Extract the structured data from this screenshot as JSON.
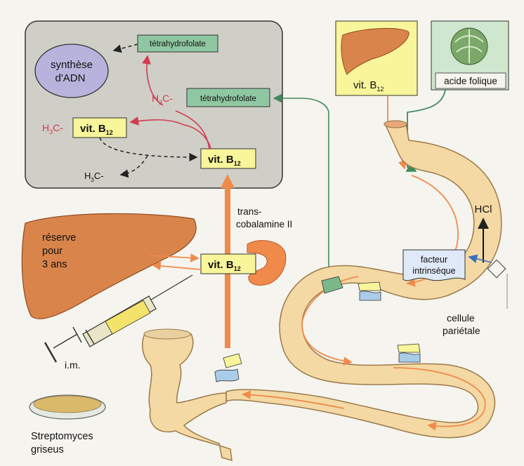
{
  "cell": {
    "dna_synthesis": [
      "synthèse",
      "d'ADN"
    ],
    "thf_top": "tétrahydrofolate",
    "methyl_group": "H",
    "methyl_sub": "3",
    "methyl_suffix": "C-",
    "thf_methyl": "tétrahydrofolate",
    "vit_b12": "vit. B",
    "vit_b12_sub": "12"
  },
  "sources": {
    "liver_b12": "vit. B",
    "liver_b12_sub": "12",
    "folic_acid": "acide folique"
  },
  "liver": {
    "reserve": [
      "réserve",
      "pour",
      "3 ans"
    ]
  },
  "transport": {
    "transcobalamin": [
      "trans-",
      "cobalamine II"
    ],
    "vit_b12": "vit. B",
    "vit_b12_sub": "12"
  },
  "stomach": {
    "hcl": "HCl",
    "intrinsic_factor": [
      "facteur",
      "intrinsèque"
    ],
    "parietal_cell": [
      "cellule",
      "pariétale"
    ]
  },
  "injection": "i.m.",
  "bacteria": [
    "Streptomyces",
    "griseus"
  ],
  "colors": {
    "cell_bg": "#cfcfc7",
    "gut": "#f4d9a4",
    "liver": "#d9844a",
    "vit_box": "#f8f59a",
    "thf_box": "#8fc7a2",
    "arrow_orange": "#f08a4b",
    "arrow_red": "#d23a52",
    "arrow_green": "#3f8a5a",
    "arrow_blue": "#3a6fbf"
  }
}
